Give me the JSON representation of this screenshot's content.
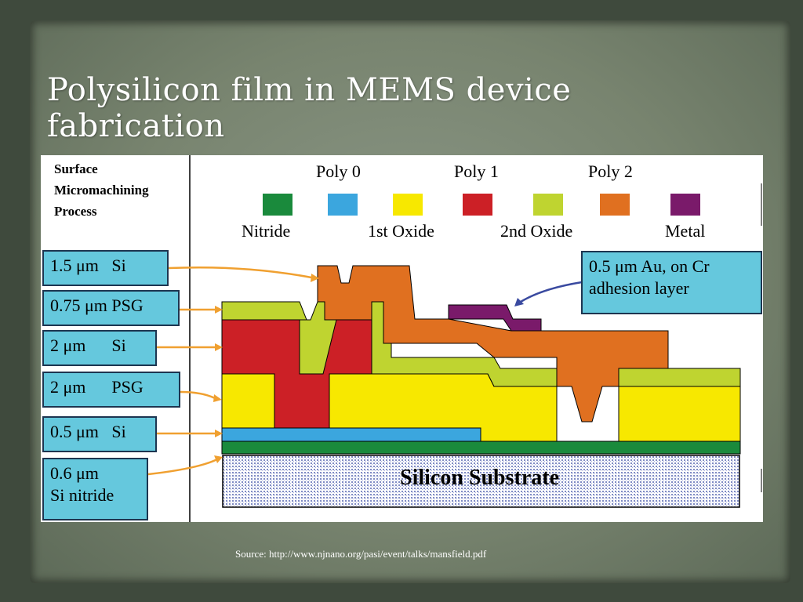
{
  "slide": {
    "title": "Polysilicon film in MEMS device fabrication",
    "source": "Source: http://www.njnano.org/pasi/event/talks/mansfield.pdf"
  },
  "figure": {
    "process_label_lines": [
      "Surface",
      "Micromachining",
      "Process"
    ],
    "legend": {
      "top_labels": [
        "Poly 0",
        "Poly 1",
        "Poly 2"
      ],
      "bottom_labels": [
        "Nitride",
        "1st Oxide",
        "2nd Oxide",
        "Metal"
      ],
      "colors": {
        "nitride": "#1a8a3c",
        "poly0": "#3ba6de",
        "oxide1": "#f7e800",
        "poly1": "#cc2026",
        "oxide2": "#bfd430",
        "poly2": "#e07020",
        "metal": "#7a1a6a"
      }
    },
    "callouts": [
      {
        "text": "1.5 μm   Si"
      },
      {
        "text": "0.75 μm PSG"
      },
      {
        "text": "2 μm      Si"
      },
      {
        "text": "2 μm      PSG"
      },
      {
        "text": "0.5 μm   Si"
      },
      {
        "text": "0.6 μm\nSi nitride"
      }
    ],
    "metal_callout": "0.5 μm Au, on Cr\nadhesion layer",
    "substrate_label": "Silicon Substrate",
    "arrow_color": "#f0a030",
    "metal_arrow_color": "#3a4aa0",
    "callout_fill": "#65c8dd"
  }
}
